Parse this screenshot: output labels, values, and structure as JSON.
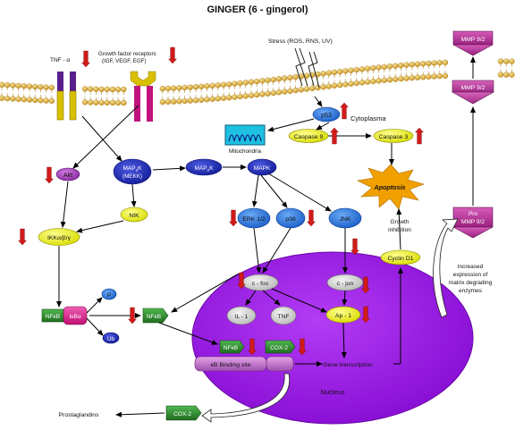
{
  "title": "GINGER (6 - gingerol)",
  "receptors": {
    "tnf": "TNF - α",
    "growth_line1": "Growth factor receptors",
    "growth_line2": "(IGF, VEGF, EGF)"
  },
  "stress": "Stress (ROS, RNS, UV)",
  "cytoplasma": "Cytoplasma",
  "nucleus": "Nucleus",
  "nodes": {
    "p53": "p53",
    "mitochondria": "Mitochondria",
    "caspase9": "Caspase 9",
    "caspase3": "Caspase 3",
    "apoptosis": "Apoptosis",
    "akt": "Akt",
    "map3k_line1": "MAP",
    "map3k_sub": "3",
    "map3k_line1b": "K",
    "map3k_line2": "(MEKK)",
    "map2k": "MAP",
    "map2k_sub": "2",
    "map2k_b": "K",
    "mapk": "MAPK",
    "nik": "NIK",
    "ikk": "IKKα/β/γ",
    "erk": "ERK 1/2",
    "p38": "p38",
    "jnk": "JNK",
    "growth_inhibition_line1": "Growth",
    "growth_inhibition_line2": "inhibition",
    "cyclin_d1": "Cyclin D1",
    "nfkb_left": "NFκB",
    "ikba": "IκBα",
    "p": "P",
    "ub": "Ub",
    "nfkb_free": "NFκB",
    "cfos": "c - fos",
    "cjun": "c - jun",
    "il1": "IL - 1",
    "tnf": "TNF",
    "ap1": "Ap - 1",
    "nfkb_nucleus": "NFκB",
    "cox2_nucleus": "COX-2",
    "kb_site": "κB Binding site",
    "gene_transcription": "Gene transcription",
    "prostaglandins": "Prostaglandins",
    "cox2_out": "COX-2",
    "pro_mmp_line1": "Pro",
    "pro_mmp_line2": "MMP 9/2",
    "mmp_membrane": "MMP 9/2",
    "mmp_top": "MMP 9/2",
    "increased_line1": "Increased",
    "increased_line2": "expression of",
    "increased_line3": "matrix degrading",
    "increased_line4": "enzymes"
  },
  "colors": {
    "nucleus": "#a020f0",
    "membrane_ball": "#e0b43a",
    "blue_node": "#1e6fd8",
    "navy_node": "#1a27b8",
    "yellow_node": "#eef000",
    "green_box": "#2e8b2e",
    "pink_box": "#e2178a",
    "mmp_box": "#c0359a",
    "red_arrow": "#d11a1a",
    "apoptosis": "#f0a000"
  }
}
